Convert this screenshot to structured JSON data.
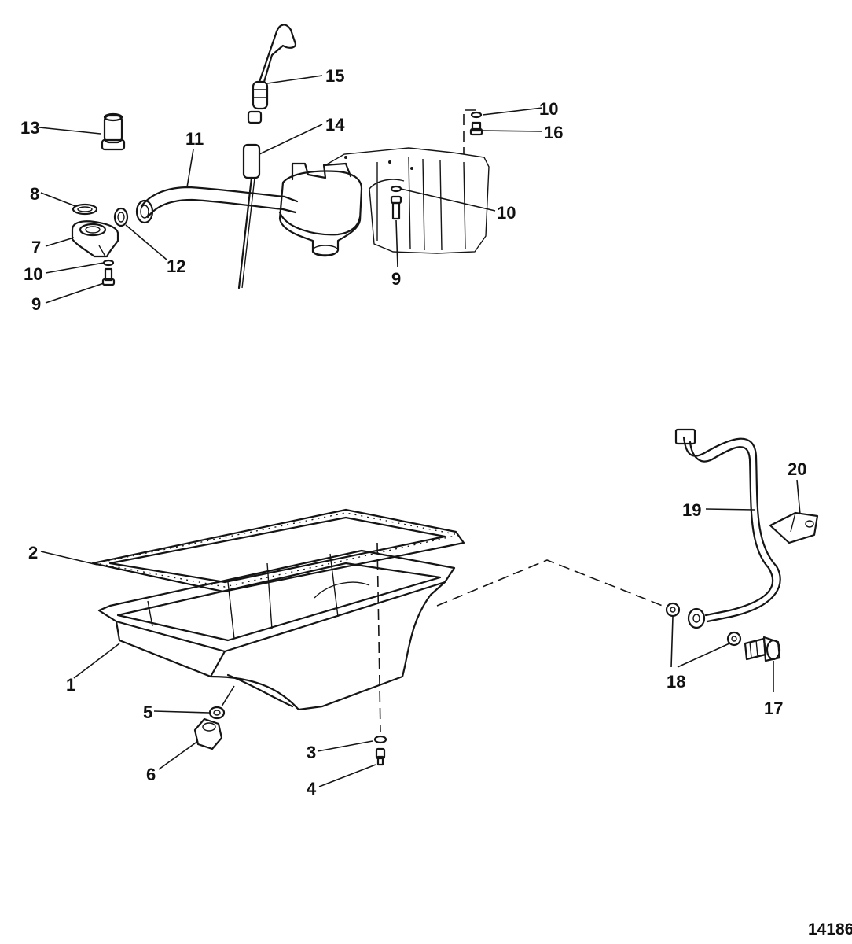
{
  "figure_number": "14186",
  "callouts": [
    {
      "id": "c1",
      "text": "1"
    },
    {
      "id": "c2",
      "text": "2"
    },
    {
      "id": "c3",
      "text": "3"
    },
    {
      "id": "c4",
      "text": "4"
    },
    {
      "id": "c5",
      "text": "5"
    },
    {
      "id": "c6",
      "text": "6"
    },
    {
      "id": "c7",
      "text": "7"
    },
    {
      "id": "c8",
      "text": "8"
    },
    {
      "id": "c9a",
      "text": "9"
    },
    {
      "id": "c9b",
      "text": "9"
    },
    {
      "id": "c10a",
      "text": "10"
    },
    {
      "id": "c10b",
      "text": "10"
    },
    {
      "id": "c10c",
      "text": "10"
    },
    {
      "id": "c11",
      "text": "11"
    },
    {
      "id": "c12",
      "text": "12"
    },
    {
      "id": "c13",
      "text": "13"
    },
    {
      "id": "c14",
      "text": "14"
    },
    {
      "id": "c15",
      "text": "15"
    },
    {
      "id": "c16",
      "text": "16"
    },
    {
      "id": "c17",
      "text": "17"
    },
    {
      "id": "c18",
      "text": "18"
    },
    {
      "id": "c19",
      "text": "19"
    },
    {
      "id": "c20",
      "text": "20"
    }
  ]
}
